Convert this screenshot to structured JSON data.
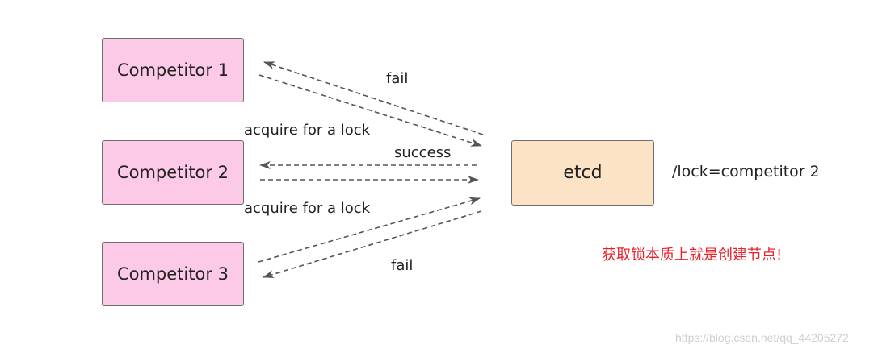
{
  "nodes": {
    "competitor_1": "Competitor 1",
    "competitor_2": "Competitor 2",
    "competitor_3": "Competitor 3",
    "etcd": "etcd"
  },
  "edges": {
    "fail_top": "fail",
    "acquire_1": "acquire for a lock",
    "success": "success",
    "acquire_2": "acquire for a lock",
    "fail_bottom": "fail"
  },
  "lock_state": "/lock=competitor 2",
  "note": "获取锁本质上就是创建节点!",
  "watermark": "https://blog.csdn.net/qq_44205272",
  "colors": {
    "competitor_fill": "#fcc9e6",
    "etcd_fill": "#fde3c6",
    "arrow": "#555555",
    "note_text": "#e8232c"
  }
}
